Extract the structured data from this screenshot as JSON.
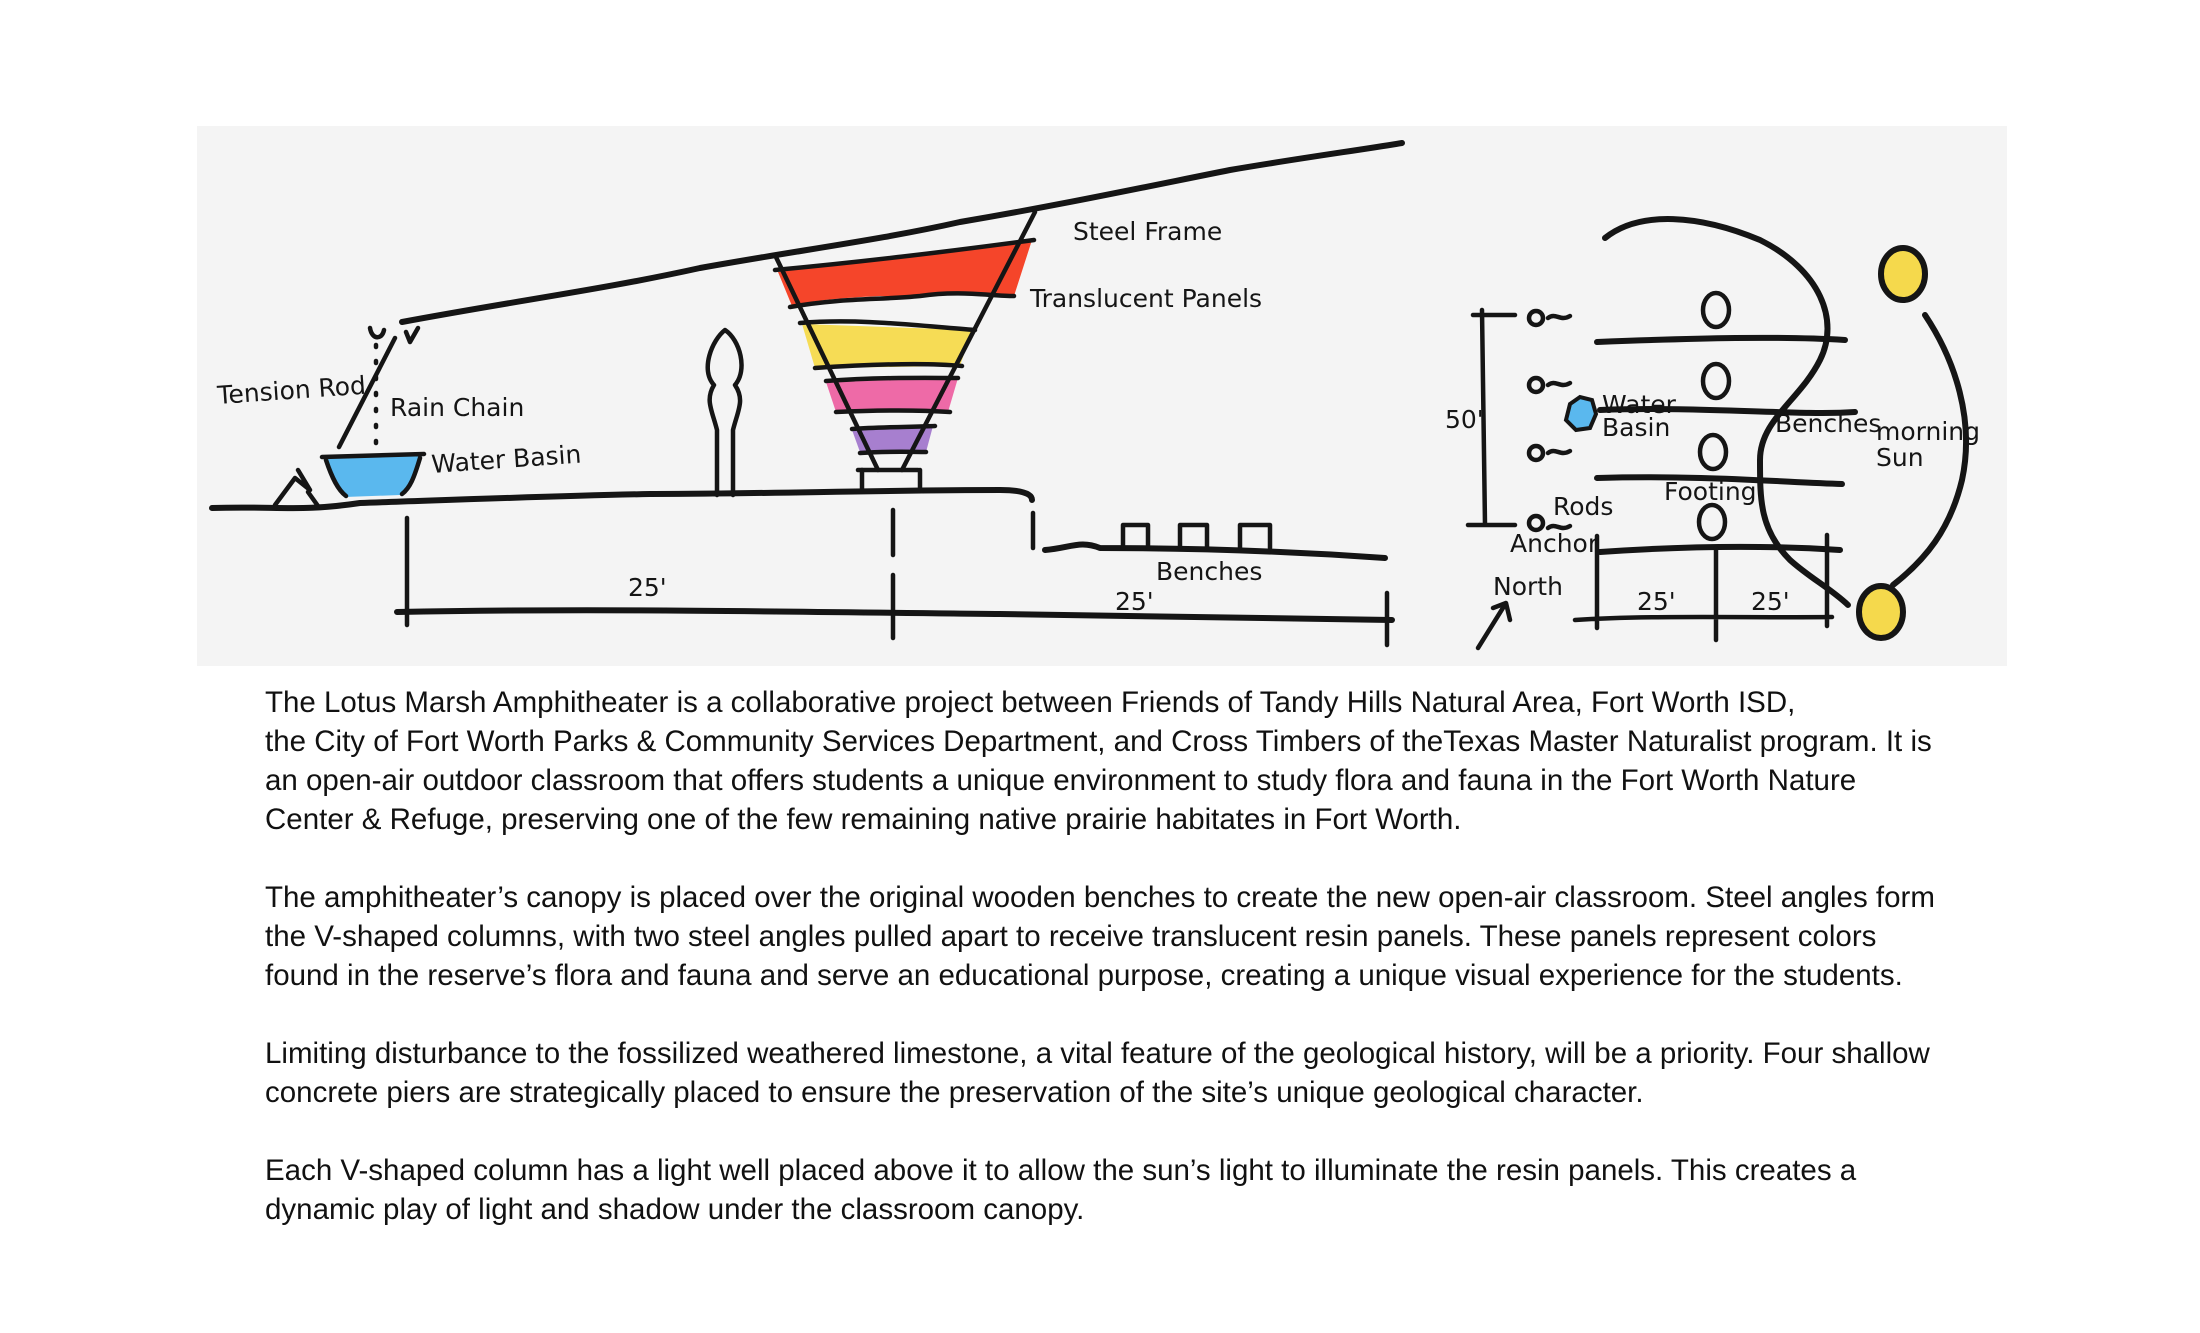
{
  "section_labels": {
    "steel_frame": "Steel Frame",
    "translucent_panels": "Translucent Panels",
    "tension_rod": "Tension Rod",
    "rain_chain": "Rain Chain",
    "water_basin": "Water Basin",
    "benches": "Benches",
    "dim_left": "25'",
    "dim_right": "25'"
  },
  "plan_labels": {
    "dim_height": "50'",
    "water": "Water",
    "basin": "Basin",
    "benches": "Benches",
    "morning": "morning",
    "sun": "Sun",
    "footing": "Footing",
    "rods": "Rods",
    "anchor": "Anchor",
    "north": "North",
    "dim_left": "25'",
    "dim_right": "25'"
  },
  "colors": {
    "panel_red": "#f5452a",
    "panel_yellow": "#f6dc55",
    "panel_pink": "#ee6aa7",
    "panel_purple": "#a77fcf",
    "water": "#5ab8ee",
    "sun": "#f5d94c",
    "sketch_bg": "#f4f4f4"
  },
  "paragraphs": [
    {
      "lines": [
        "The Lotus Marsh Amphitheater is a collaborative project between Friends of Tandy Hills Natural Area, Fort Worth ISD,",
        "the City of Fort Worth Parks & Community Services Department, and Cross Timbers of theTexas Master Naturalist program. It is",
        "an open-air outdoor classroom that offers students a unique environment to study flora and fauna in the Fort Worth Nature",
        "Center & Refuge, preserving one of the few remaining native prairie habitates in Fort Worth."
      ]
    },
    {
      "lines": [
        "The amphitheater’s canopy is placed over the original wooden benches to create the new open-air classroom. Steel angles form",
        "the V-shaped columns, with two steel angles pulled apart to receive translucent resin panels. These panels represent colors",
        "found in the reserve’s flora and fauna and serve an educational purpose, creating a unique visual experience for the students."
      ]
    },
    {
      "lines": [
        "Limiting disturbance to the fossilized weathered limestone, a vital feature of the geological history, will be a priority. Four shallow",
        "concrete piers are strategically placed to ensure the preservation of the site’s unique geological character."
      ]
    },
    {
      "lines": [
        "Each V-shaped column has a light well placed above it to allow the sun’s light to illuminate the resin panels. This creates a",
        "dynamic play of light and shadow under the classroom canopy."
      ]
    }
  ]
}
